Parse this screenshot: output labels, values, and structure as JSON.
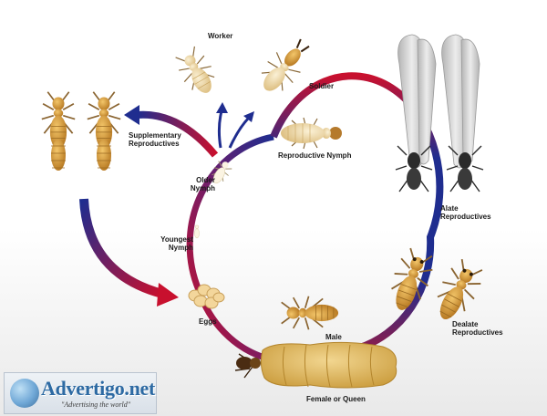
{
  "labels": {
    "worker": "Worker",
    "soldier": "Soldier",
    "supplementary": "Supplementary\nReproductives",
    "reproductive_nymph": "Reproductive Nymph",
    "older_nymph": "Older\nNymph",
    "youngest_nymph": "Youngest\nNymph",
    "alate": "Alate\nReproductives",
    "dealate": "Dealate\nReproductives",
    "eggs": "Eggs",
    "male": "Male",
    "queen": "Female or Queen"
  },
  "watermark": {
    "brand": "Advertigo.net",
    "slogan": "\"Advertising the world\""
  },
  "colors": {
    "cycle_red": "#c8102e",
    "cycle_blue": "#1f2d8f",
    "termite_amber": "#c98a2e",
    "termite_pale": "#f1deb0",
    "wing_gray": "#c9c9c9"
  }
}
